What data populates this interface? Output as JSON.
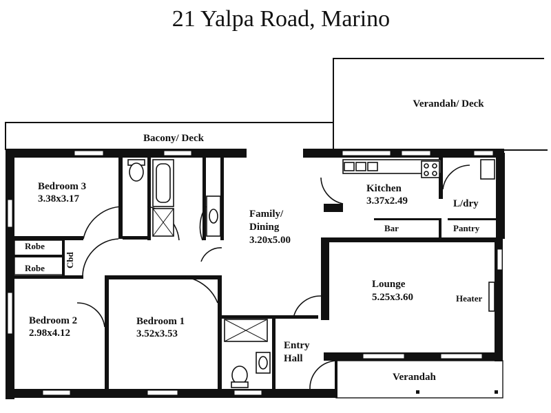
{
  "title": "21 Yalpa Road,  Marino",
  "rooms": {
    "verandah_deck": "Verandah/ Deck",
    "balcony_deck": "Bacony/ Deck",
    "bedroom3_name": "Bedroom 3",
    "bedroom3_size": "3.38x3.17",
    "kitchen_name": "Kitchen",
    "kitchen_size": "3.37x2.49",
    "ldry": "L/dry",
    "family_line1": "Family/",
    "family_line2": "Dining",
    "family_size": "3.20x5.00",
    "bar": "Bar",
    "pantry": "Pantry",
    "robe1": "Robe",
    "robe2": "Robe",
    "cbd": "Cbd",
    "lounge_name": "Lounge",
    "lounge_size": "5.25x3.60",
    "heater": "Heater",
    "bedroom2_name": "Bedroom 2",
    "bedroom2_size": "2.98x4.12",
    "bedroom1_name": "Bedroom 1",
    "bedroom1_size": "3.52x3.53",
    "entry_line1": "Entry",
    "entry_line2": "Hall",
    "verandah": "Verandah"
  }
}
